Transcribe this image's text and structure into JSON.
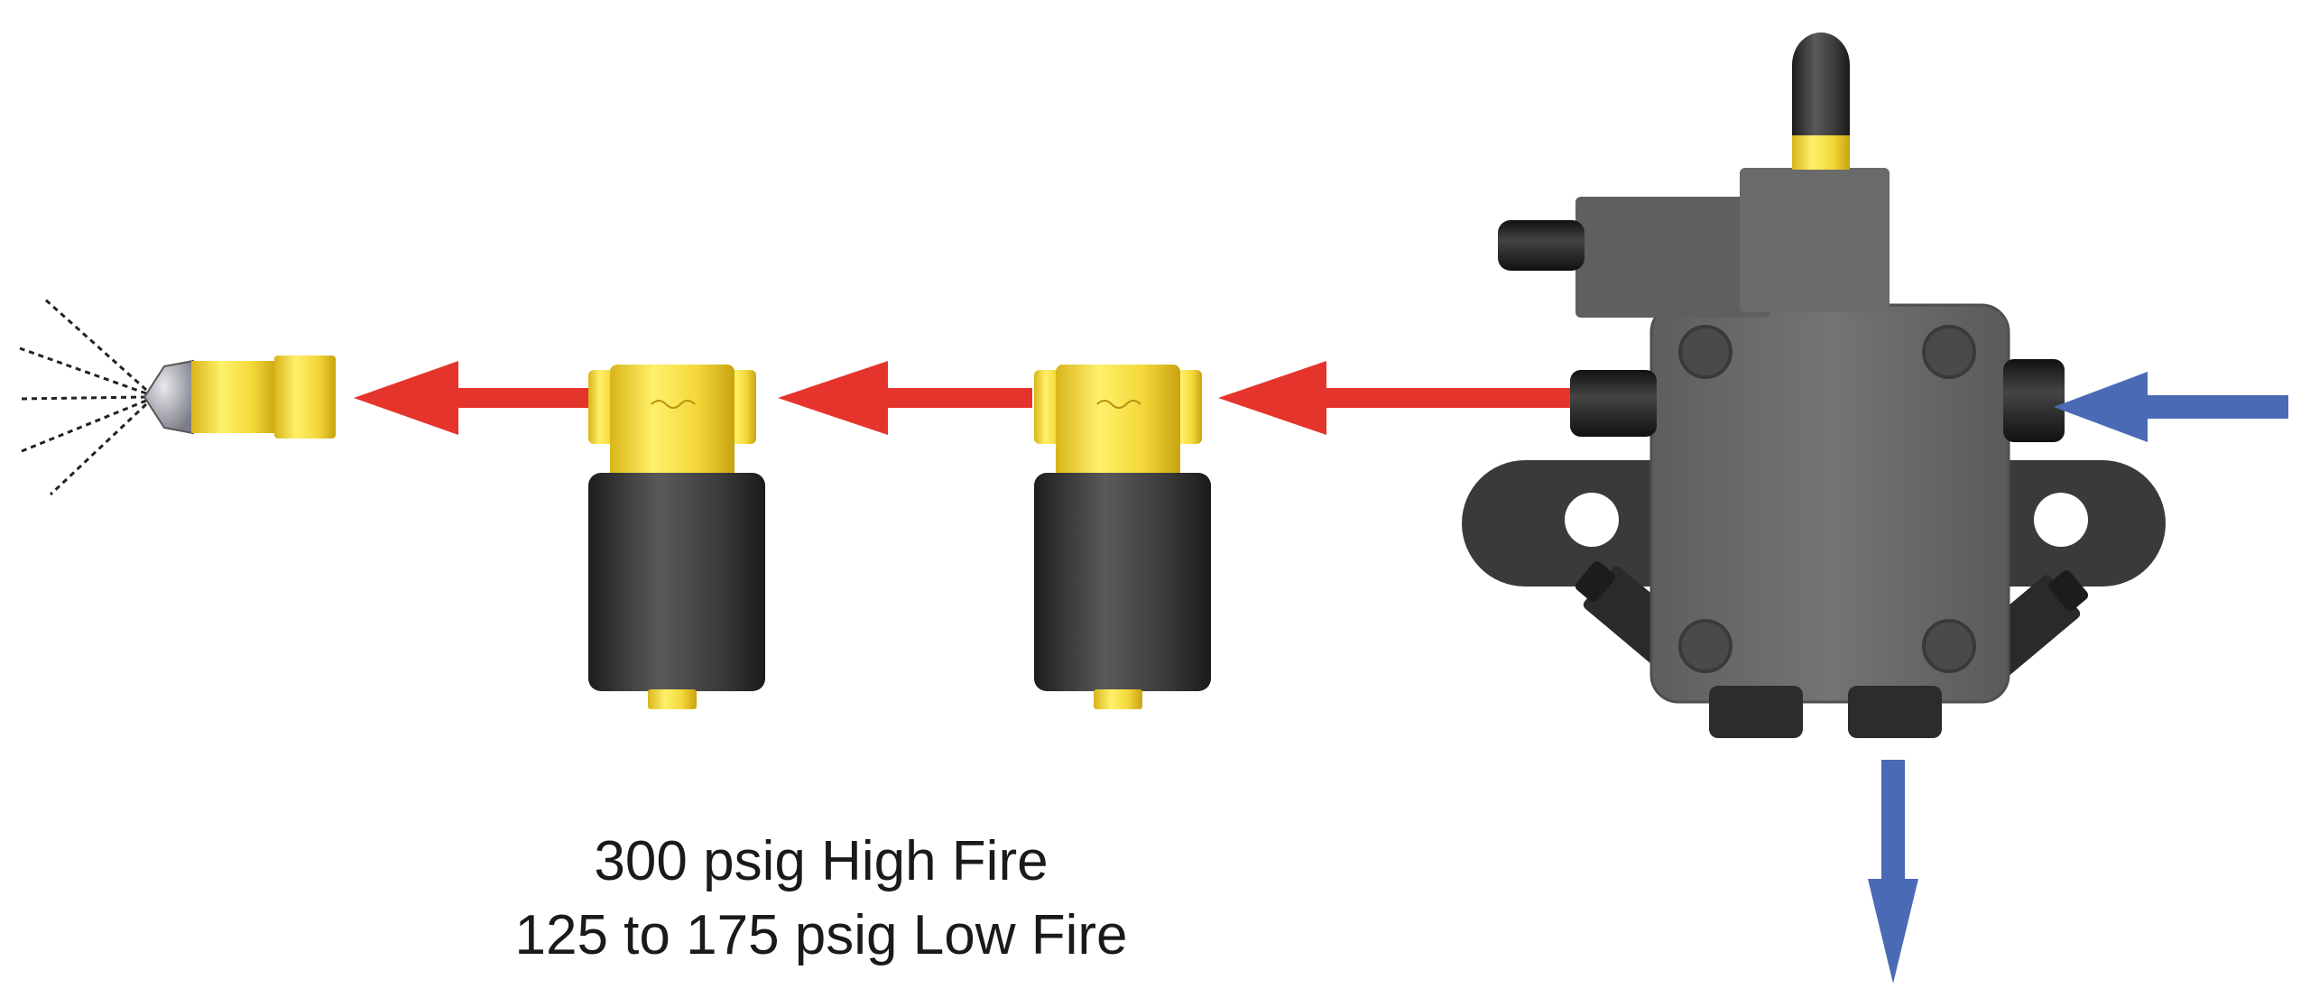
{
  "captions": {
    "line1": "300 psig High Fire",
    "line2": "125 to 175 psig Low Fire"
  },
  "colors": {
    "flow_arrow": "#e5342c",
    "supply_return_arrow": "#4a6ab5",
    "brass": "#f6d83c",
    "coil": "#2f2f2f",
    "pump_body": "#6b6b6b",
    "nozzle_body": "#f2e23e"
  },
  "components": [
    {
      "name": "nozzle",
      "icon": "spray-nozzle-icon"
    },
    {
      "name": "solenoid-valve-1",
      "icon": "solenoid-valve-icon"
    },
    {
      "name": "solenoid-valve-2",
      "icon": "solenoid-valve-icon"
    },
    {
      "name": "fuel-pump",
      "icon": "fuel-pump-icon"
    }
  ]
}
